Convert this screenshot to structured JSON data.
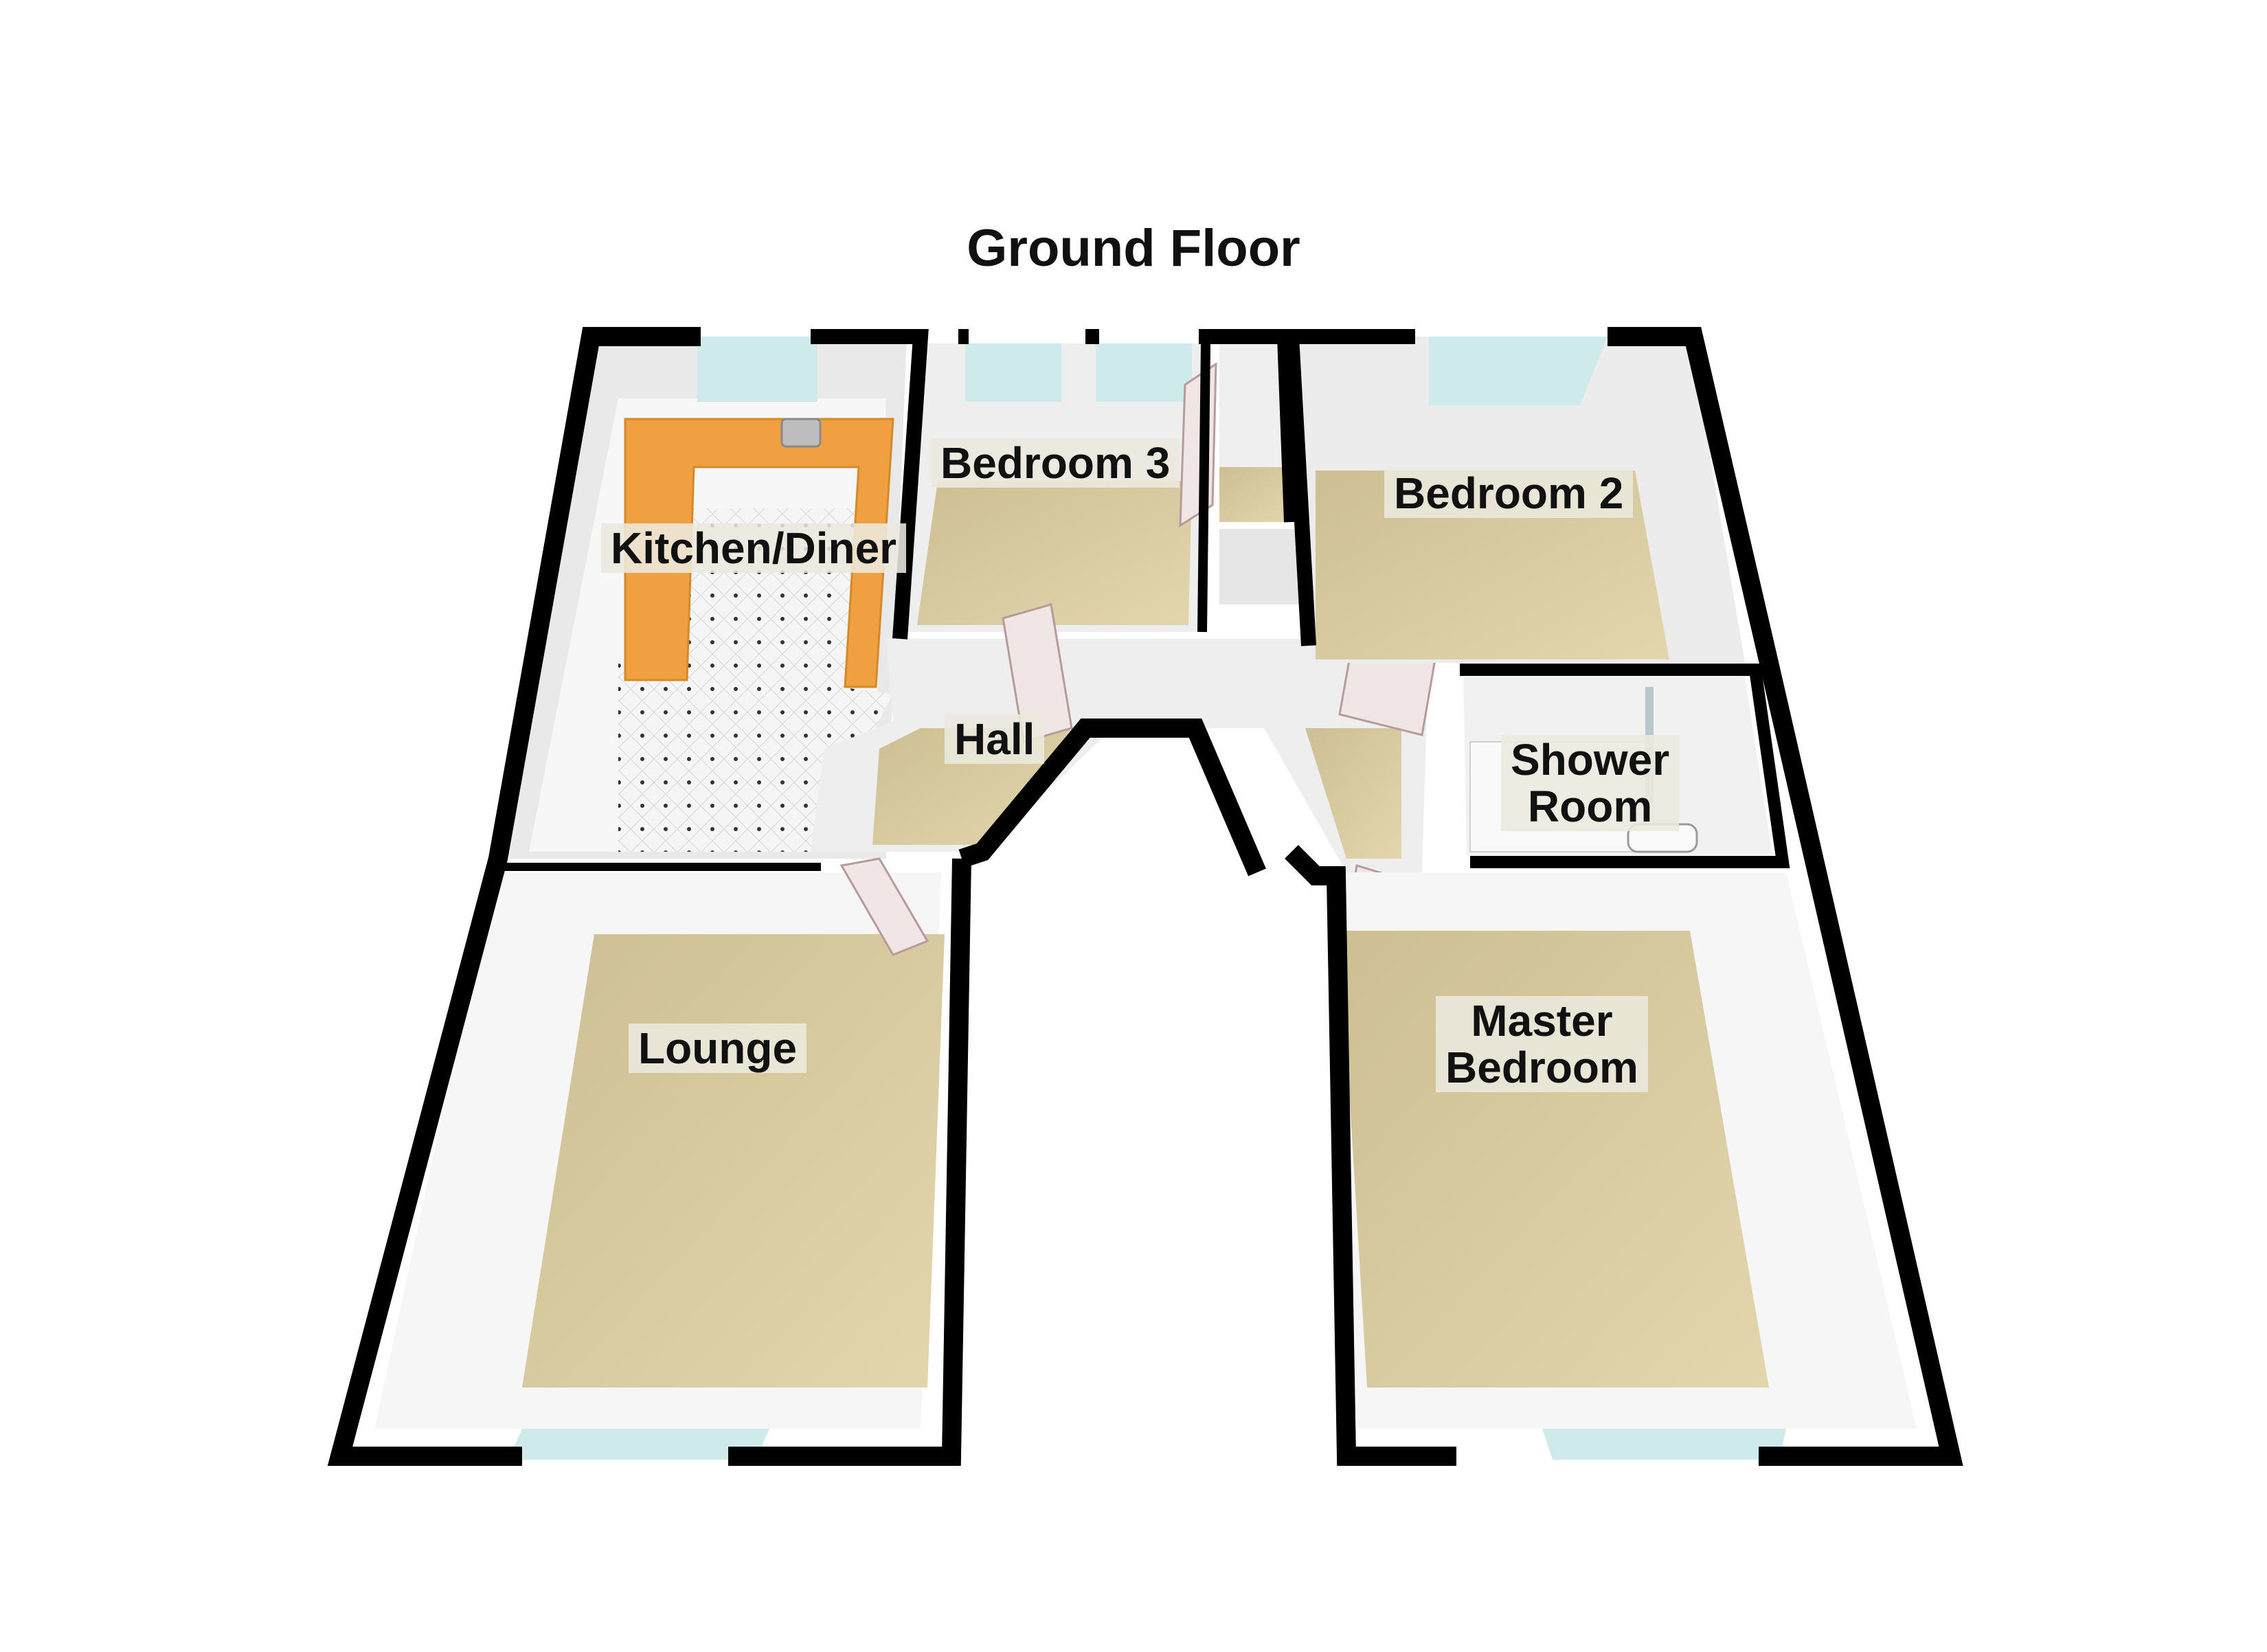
{
  "floor_title": "Ground Floor",
  "rooms": {
    "kitchen": "Kitchen/Diner",
    "bedroom3": "Bedroom 3",
    "bedroom2": "Bedroom 2",
    "hall": "Hall",
    "shower_line1": "Shower",
    "shower_line2": "Room",
    "lounge": "Lounge",
    "master_line1": "Master",
    "master_line2": "Bedroom"
  },
  "colors": {
    "wall": "#000000",
    "carpet": "#d7c79a",
    "worktop": "#f0a040",
    "wall_face": "#eeeeee",
    "tile": "#f4f4f4",
    "window": "#cfeaea"
  }
}
